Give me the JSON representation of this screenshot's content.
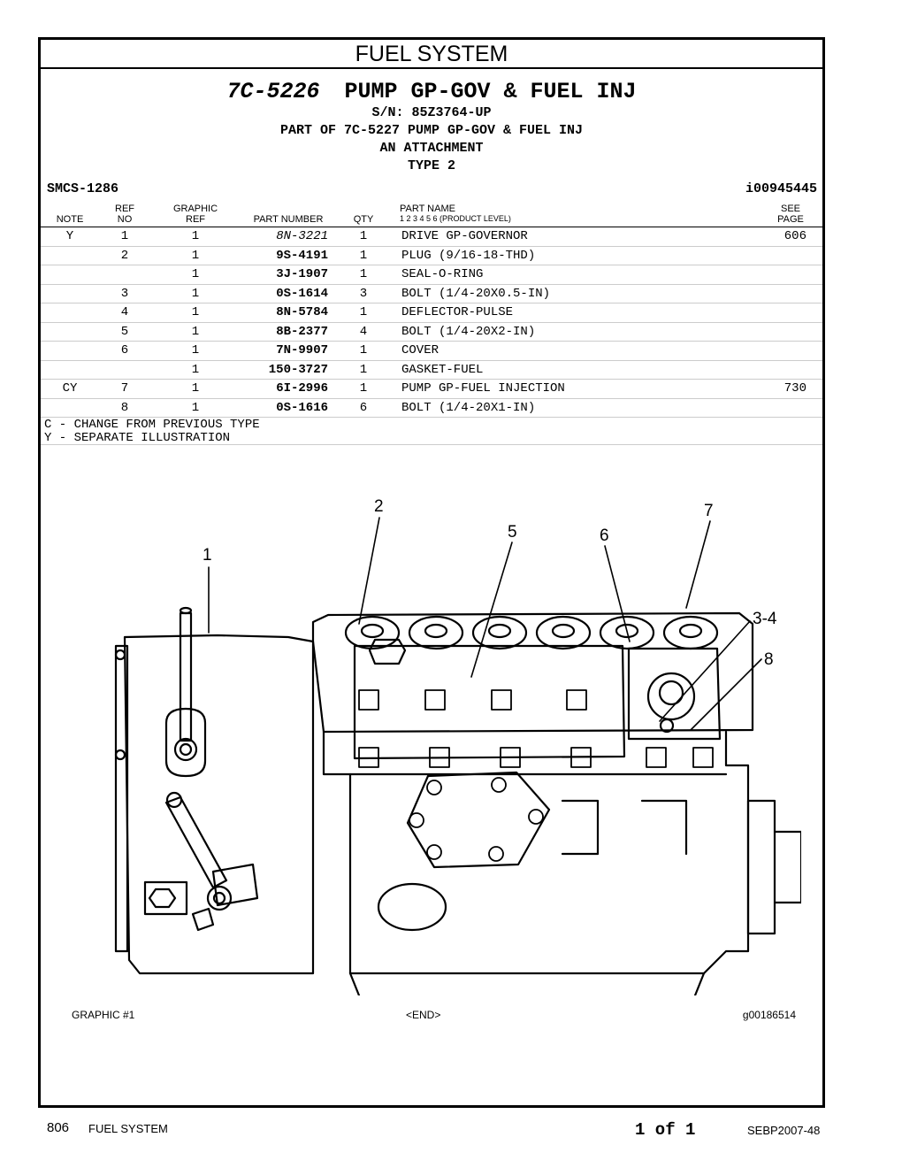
{
  "section_title": "FUEL SYSTEM",
  "group": {
    "part_number": "7C-5226",
    "name": "PUMP GP-GOV & FUEL INJ",
    "serial": "S/N: 85Z3764-UP",
    "part_of": "PART OF 7C-5227 PUMP GP-GOV & FUEL INJ",
    "attachment": "AN ATTACHMENT",
    "type": "TYPE 2"
  },
  "smcs": "SMCS-1286",
  "illustration_id": "i00945445",
  "columns": {
    "note": "NOTE",
    "ref_top": "REF",
    "ref_bottom": "NO",
    "graphic_top": "GRAPHIC",
    "graphic_bottom": "REF",
    "part_number": "PART NUMBER",
    "qty": "QTY",
    "part_name": "PART NAME",
    "product_levels": "1    2    3    4    5    6    (PRODUCT LEVEL)",
    "see_top": "SEE",
    "see_bottom": "PAGE"
  },
  "rows": [
    {
      "note": "Y",
      "ref": "1",
      "gref": "1",
      "pn": "8N-3221",
      "qty": "1",
      "name": "DRIVE GP-GOVERNOR",
      "see": "606"
    },
    {
      "note": "",
      "ref": "2",
      "gref": "1",
      "pn": "9S-4191",
      "qty": "1",
      "name": "PLUG (9/16-18-THD)",
      "see": ""
    },
    {
      "note": "",
      "ref": "",
      "gref": "1",
      "pn": "3J-1907",
      "qty": "1",
      "name": "SEAL-O-RING",
      "see": ""
    },
    {
      "note": "",
      "ref": "3",
      "gref": "1",
      "pn": "0S-1614",
      "qty": "3",
      "name": "BOLT (1/4-20X0.5-IN)",
      "see": ""
    },
    {
      "note": "",
      "ref": "4",
      "gref": "1",
      "pn": "8N-5784",
      "qty": "1",
      "name": "DEFLECTOR-PULSE",
      "see": ""
    },
    {
      "note": "",
      "ref": "5",
      "gref": "1",
      "pn": "8B-2377",
      "qty": "4",
      "name": "BOLT (1/4-20X2-IN)",
      "see": ""
    },
    {
      "note": "",
      "ref": "6",
      "gref": "1",
      "pn": "7N-9907",
      "qty": "1",
      "name": "COVER",
      "see": ""
    },
    {
      "note": "",
      "ref": "",
      "gref": "1",
      "pn": "150-3727",
      "qty": "1",
      "name": "GASKET-FUEL",
      "see": ""
    },
    {
      "note": "CY",
      "ref": "7",
      "gref": "1",
      "pn": "6I-2996",
      "qty": "1",
      "name": "PUMP GP-FUEL INJECTION",
      "see": "730"
    },
    {
      "note": "",
      "ref": "8",
      "gref": "1",
      "pn": "0S-1616",
      "qty": "6",
      "name": "BOLT (1/4-20X1-IN)",
      "see": ""
    }
  ],
  "legend": [
    "C - CHANGE FROM PREVIOUS TYPE",
    "Y - SEPARATE ILLUSTRATION"
  ],
  "callouts": [
    "1",
    "2",
    "5",
    "6",
    "7",
    "3-4",
    "8"
  ],
  "graphic_label": "GRAPHIC #1",
  "end_label": "<END>",
  "graphic_id": "g00186514",
  "footer": {
    "page_number": "806",
    "section": "FUEL SYSTEM",
    "page_of": "1 of 1",
    "doc_id": "SEBP2007-48"
  }
}
